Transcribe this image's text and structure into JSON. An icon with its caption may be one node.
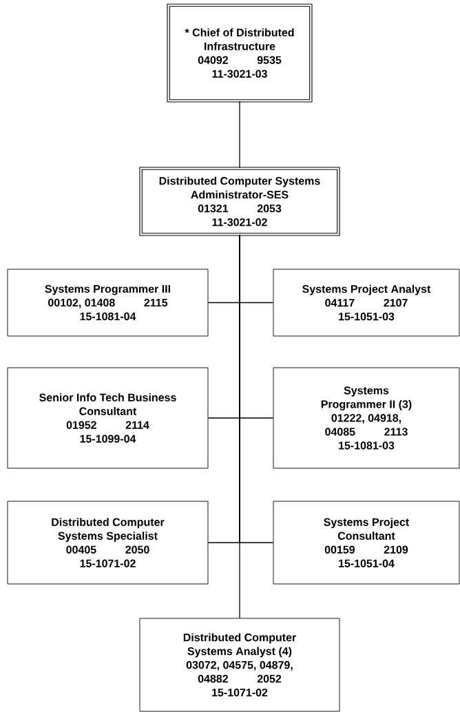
{
  "diagram": {
    "nodes": [
      {
        "text": [
          "* Chief of Distributed Infrastructure",
          "04092",
          "9535",
          "11-3021-03"
        ]
      },
      {
        "text": [
          "Distributed Computer Systems Administrator-SES",
          "01321",
          "2053",
          "11-3021-02"
        ]
      },
      {
        "text": [
          "Systems Programmer III",
          "00102, 01408",
          "2115",
          "15-1081-04"
        ]
      },
      {
        "text": [
          "Systems Project Analyst",
          "04117",
          "2107",
          "15-1051-03"
        ]
      },
      {
        "text": [
          "Senior Info Tech Business Consultant",
          "01952",
          "2114",
          "15-1099-04"
        ]
      },
      {
        "text": [
          "Systems Programmer II (3)",
          "01222, 04918, 04085",
          "2113",
          "15-1081-03"
        ]
      },
      {
        "text": [
          "Distributed Computer Systems Specialist",
          "00405",
          "2050",
          "15-1071-02"
        ]
      },
      {
        "text": [
          "Systems Project Consultant",
          "00159",
          "2109",
          "15-1051-04"
        ]
      },
      {
        "text": [
          "Distributed Computer Systems Analyst (4)",
          "03072, 04575, 04879, 04882",
          "2052",
          "15-1071-02"
        ]
      }
    ],
    "edges": [
      {
        "from": 0,
        "to": 1,
        "arrow": "none"
      },
      {
        "from": 1,
        "to": 2,
        "arrow": "none"
      },
      {
        "from": 1,
        "to": 3,
        "arrow": "none"
      },
      {
        "from": 1,
        "to": 4,
        "arrow": "none"
      },
      {
        "from": 1,
        "to": 5,
        "arrow": "none"
      },
      {
        "from": 1,
        "to": 6,
        "arrow": "none"
      },
      {
        "from": 1,
        "to": 7,
        "arrow": "none"
      },
      {
        "from": 1,
        "to": 8,
        "arrow": "none"
      }
    ]
  }
}
